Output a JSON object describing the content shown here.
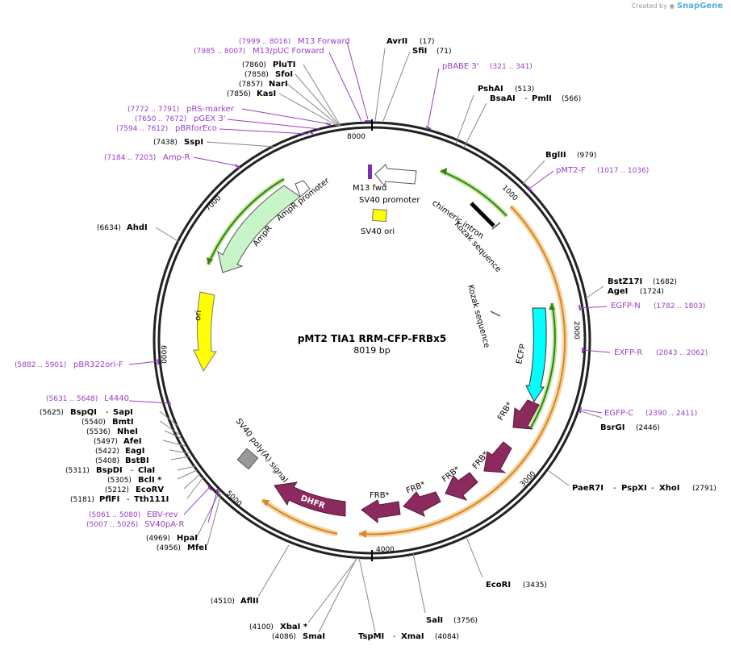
{
  "header": {
    "credit_prefix": "Created by",
    "brand": "SnapGene"
  },
  "plasmid": {
    "name": "pMT2 TIA1 RRM-CFP-FRBx5",
    "size_label": "8019 bp"
  },
  "ticks": [
    "1000",
    "2000",
    "3000",
    "4000",
    "5000",
    "6000",
    "7000",
    "8000"
  ],
  "enzymes": [
    {
      "name": "AvrII",
      "pos": "(17)"
    },
    {
      "name": "SfiI",
      "pos": "(71)"
    },
    {
      "name": "PshAI",
      "pos": "(513)"
    },
    {
      "name": "BsaAI",
      "sep": "-",
      "name2": "PmlI",
      "pos": "(566)"
    },
    {
      "name": "BglII",
      "pos": "(979)"
    },
    {
      "name": "BstZ17I",
      "pos": "(1682)"
    },
    {
      "name": "AgeI",
      "pos": "(1724)"
    },
    {
      "name": "BsrGI",
      "pos": "(2446)"
    },
    {
      "name": "PaeR7I",
      "sep": "-",
      "name2": "PspXI",
      "sep2": "-",
      "name3": "XhoI",
      "pos": "(2791)"
    },
    {
      "name": "EcoRI",
      "pos": "(3435)"
    },
    {
      "name": "SalI",
      "pos": "(3756)"
    },
    {
      "name": "TspMI",
      "sep": "-",
      "name2": "XmaI",
      "pos": "(4084)"
    },
    {
      "name": "SmaI",
      "pos": "(4086)"
    },
    {
      "name": "XbaI *",
      "pos": "(4100)"
    },
    {
      "name": "AflII",
      "pos": "(4510)"
    },
    {
      "name": "MfeI",
      "pos": "(4956)"
    },
    {
      "name": "HpaI",
      "pos": "(4969)"
    },
    {
      "name": "PflFI",
      "sep": "-",
      "name2": "Tth111I",
      "pos": "(5181)"
    },
    {
      "name": "EcoRV",
      "pos": "(5212)"
    },
    {
      "name": "BclI *",
      "pos": "(5305)"
    },
    {
      "name": "BspDI",
      "sep": "-",
      "name2": "ClaI",
      "pos": "(5311)"
    },
    {
      "name": "BstBI",
      "pos": "(5408)"
    },
    {
      "name": "EagI",
      "pos": "(5422)"
    },
    {
      "name": "AfeI",
      "pos": "(5497)"
    },
    {
      "name": "NheI",
      "pos": "(5536)"
    },
    {
      "name": "BmtI",
      "pos": "(5540)"
    },
    {
      "name": "BspQI",
      "sep": "-",
      "name2": "SapI",
      "pos": "(5625)"
    },
    {
      "name": "AhdI",
      "pos": "(6634)"
    },
    {
      "name": "SspI",
      "pos": "(7438)"
    },
    {
      "name": "KasI",
      "pos": "(7856)"
    },
    {
      "name": "NarI",
      "pos": "(7857)"
    },
    {
      "name": "SfoI",
      "pos": "(7858)"
    },
    {
      "name": "PluTI",
      "pos": "(7860)"
    }
  ],
  "primers": [
    {
      "name": "M13 Forward",
      "range": "(7999 .. 8016)"
    },
    {
      "name": "M13/pUC Forward",
      "range": "(7985 .. 8007)"
    },
    {
      "name": "pBABE 3'",
      "range": "(321 .. 341)"
    },
    {
      "name": "pRS-marker",
      "range": "(7772 .. 7791)"
    },
    {
      "name": "pGEX 3'",
      "range": "(7650 .. 7672)"
    },
    {
      "name": "pBRforEco",
      "range": "(7594 .. 7612)"
    },
    {
      "name": "Amp-R",
      "range": "(7184 .. 7203)"
    },
    {
      "name": "pMT2-F",
      "range": "(1017 .. 1036)"
    },
    {
      "name": "EGFP-N",
      "range": "(1782 .. 1803)"
    },
    {
      "name": "EXFP-R",
      "range": "(2043 .. 2062)"
    },
    {
      "name": "EGFP-C",
      "range": "(2390 .. 2411)"
    },
    {
      "name": "pBR322ori-F",
      "range": "(5882 .. 5901)"
    },
    {
      "name": "L4440",
      "range": "(5631 .. 5648)"
    },
    {
      "name": "EBV-rev",
      "range": "(5061 .. 5080)"
    },
    {
      "name": "SV40pA-R",
      "range": "(5007 .. 5026)"
    }
  ],
  "features": {
    "m13_fwd": "M13 fwd",
    "sv40_promoter": "SV40 promoter",
    "sv40_ori": "SV40 ori",
    "chimeric_intron": "chimeric intron",
    "kozak_1": "Kozak sequence",
    "kozak_2": "Kozak sequence",
    "ecfp": "ECFP",
    "frb": "FRB*",
    "dhfr": "DHFR",
    "sv40_polya": "SV40 poly(A) signal",
    "ampr": "AmpR",
    "ampr_promoter": "AmpR promoter",
    "ori": "ori"
  },
  "colors": {
    "primer": "#9b3ec8",
    "ampr": "#c8f5c8",
    "ori": "#ffff00",
    "ecfp": "#00ffff",
    "frb": "#8b2a5e",
    "dhfr": "#8b2a5e",
    "orf_arc": "#f5a623",
    "green_arc": "#4a9a1a",
    "sv40_ori": "#ffff00",
    "polya": "#999999"
  }
}
